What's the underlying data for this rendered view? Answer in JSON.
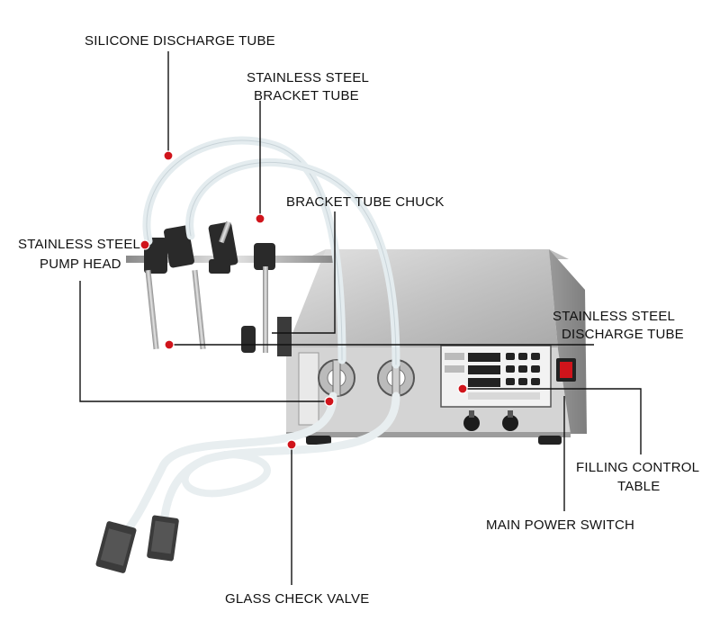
{
  "labels": {
    "silicone_discharge_tube": "SILICONE DISCHARGE TUBE",
    "bracket_tube_line1": "STAINLESS STEEL",
    "bracket_tube_line2": "BRACKET TUBE",
    "bracket_tube_chuck": "BRACKET TUBE CHUCK",
    "pump_head_line1": "STAINLESS STEEL",
    "pump_head_line2": "PUMP HEAD",
    "discharge_tube_line1": "STAINLESS STEEL",
    "discharge_tube_line2": "DISCHARGE TUBE",
    "filling_control_line1": "FILLING CONTROL",
    "filling_control_line2": "TABLE",
    "main_power_switch": "MAIN POWER SWITCH",
    "glass_check_valve": "GLASS CHECK VALVE"
  },
  "colors": {
    "callout_dot": "#d0141b",
    "leader_line": "#111111",
    "machine_body": "#c9c9c9",
    "control_panel": "#ececec",
    "power_switch": "#d0141b"
  }
}
